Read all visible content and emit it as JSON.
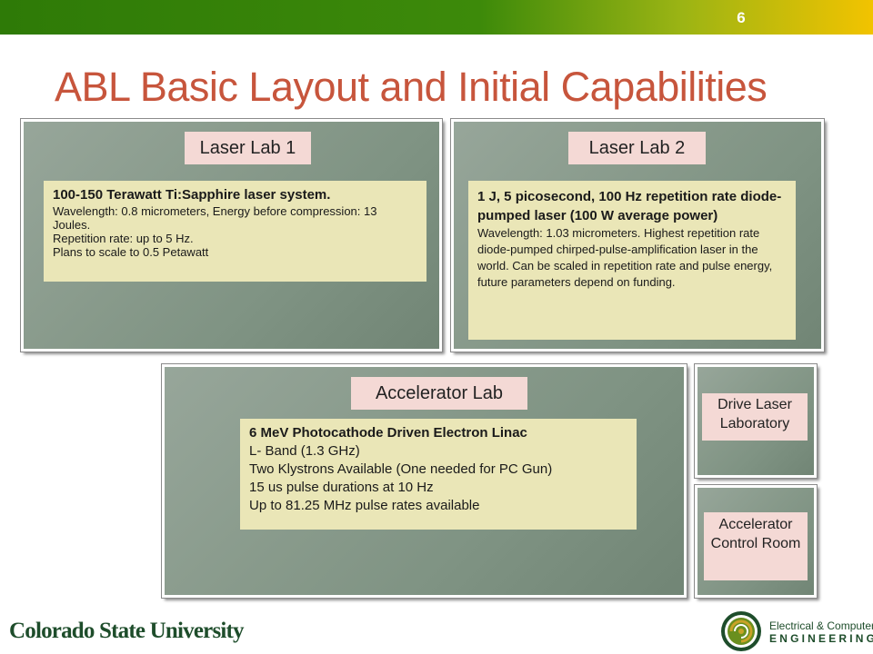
{
  "slide": {
    "number": "6",
    "title": "ABL Basic Layout and Initial Capabilities"
  },
  "rooms": {
    "laser_lab_1": {
      "label": "Laser Lab 1",
      "heading": "100-150 Terawatt Ti:Sapphire laser system.",
      "lines": [
        "Wavelength: 0.8 micrometers, Energy before compression: 13 Joules.",
        "Repetition rate: up to 5 Hz.",
        "Plans to scale to 0.5 Petawatt"
      ]
    },
    "laser_lab_2": {
      "label": "Laser Lab 2",
      "heading": "1 J, 5 picosecond, 100 Hz repetition rate diode-pumped laser (100 W average power)",
      "lines": [
        "Wavelength: 1.03 micrometers. Highest repetition rate diode-pumped chirped-pulse-amplification laser in the world.   Can be scaled in repetition rate and pulse energy, future parameters depend on funding."
      ]
    },
    "accelerator_lab": {
      "label": "Accelerator Lab",
      "heading": "6 MeV Photocathode Driven Electron Linac",
      "lines": [
        "L- Band (1.3 GHz)",
        "Two Klystrons Available (One needed for PC Gun)",
        "15 us pulse durations at 10 Hz",
        "Up to 81.25 MHz pulse rates available"
      ]
    },
    "drive_laser_lab": {
      "label": "Drive Laser Laboratory"
    },
    "accelerator_control_room": {
      "label": "Accelerator Control Room"
    }
  },
  "footer": {
    "university_logo_text": "Colorado State University",
    "department_line1": "Electrical & Computer",
    "department_line2": "ENGINEERING"
  },
  "colors": {
    "title": "#c7553c",
    "panel": "#889a8b",
    "label_bg": "#f4d9d5",
    "infobox_bg": "#eae6b7",
    "brand_green": "#1e4d2b"
  }
}
